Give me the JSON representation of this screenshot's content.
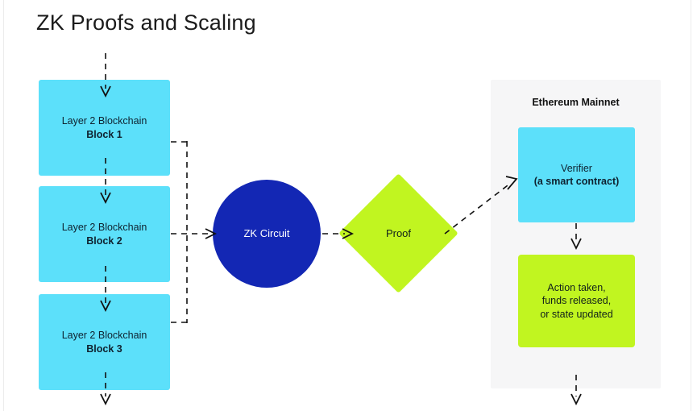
{
  "page": {
    "title": "ZK Proofs and Scaling",
    "background": "#ffffff"
  },
  "colors": {
    "block_cyan": "#5ce0fa",
    "circuit_blue": "#1327b4",
    "proof_green": "#c1f520",
    "panel_gray": "#f6f6f7",
    "connector": "#111111",
    "text_dark": "#0f2230",
    "text_light": "#ffffff"
  },
  "nodes": {
    "block1": {
      "line1": "Layer 2 Blockchain",
      "line2": "Block 1"
    },
    "block2": {
      "line1": "Layer 2 Blockchain",
      "line2": "Block 2"
    },
    "block3": {
      "line1": "Layer 2 Blockchain",
      "line2": "Block 3"
    },
    "circuit": {
      "label": "ZK Circuit"
    },
    "proof": {
      "label": "Proof"
    },
    "verifier": {
      "line1": "Verifier",
      "line2": "(a smart contract)"
    },
    "action": {
      "line1": "Action taken,",
      "line2": "funds released,",
      "line3": "or state updated"
    }
  },
  "panel": {
    "title": "Ethereum Mainnet"
  },
  "connectors": {
    "into_block1": "dashed-arrow-down",
    "block1_to_block2": "dashed-arrow-down",
    "block2_to_block3": "dashed-arrow-down",
    "block3_out": "dashed-arrow-down",
    "bracket_to_circuit": "dashed-bracket-arrow-right",
    "circuit_to_proof": "dashed-arrow-right",
    "proof_to_verifier": "dashed-arrow-diagonal-up-right",
    "verifier_to_action": "dashed-arrow-down",
    "action_out": "dashed-arrow-down"
  }
}
